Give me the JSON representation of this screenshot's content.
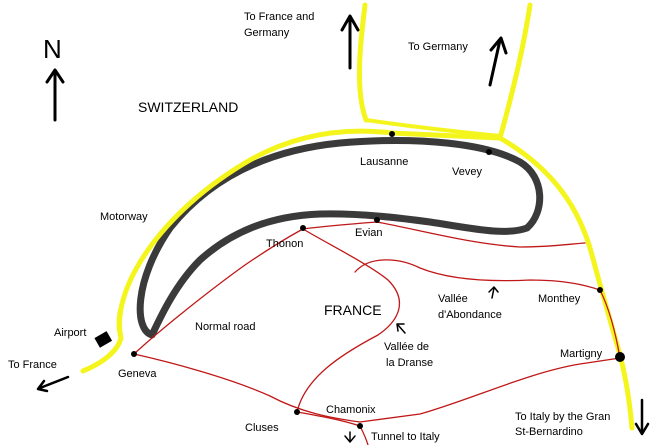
{
  "map": {
    "colors": {
      "background": "#ffffff",
      "motorway": "#f5f51e",
      "lake_outline": "#3a3a3a",
      "normal_road": "#c01818",
      "ink": "#000000"
    },
    "north_label": "N",
    "regions": {
      "switzerland": "SWITZERLAND",
      "france": "FRANCE"
    },
    "road_labels": {
      "motorway": "Motorway",
      "normal_road": "Normal road"
    },
    "places": {
      "lausanne": "Lausanne",
      "vevey": "Vevey",
      "thonon": "Thonon",
      "evian": "Evian",
      "monthey": "Monthey",
      "martigny": "Martigny",
      "geneva": "Geneva",
      "cluses": "Cluses",
      "chamonix": "Chamonix",
      "airport": "Airport"
    },
    "valleys": {
      "abondance_line1": "Vallée",
      "abondance_line2": "d'Abondance",
      "dranse_line1": "Vallée de",
      "dranse_line2": "la Dranse"
    },
    "directions": {
      "france_germany_line1": "To France and",
      "france_germany_line2": "Germany",
      "germany": "To Germany",
      "france": "To France",
      "italy_line1": "To Italy by the Gran",
      "italy_line2": "St-Bernardino",
      "tunnel": "Tunnel to Italy"
    }
  }
}
